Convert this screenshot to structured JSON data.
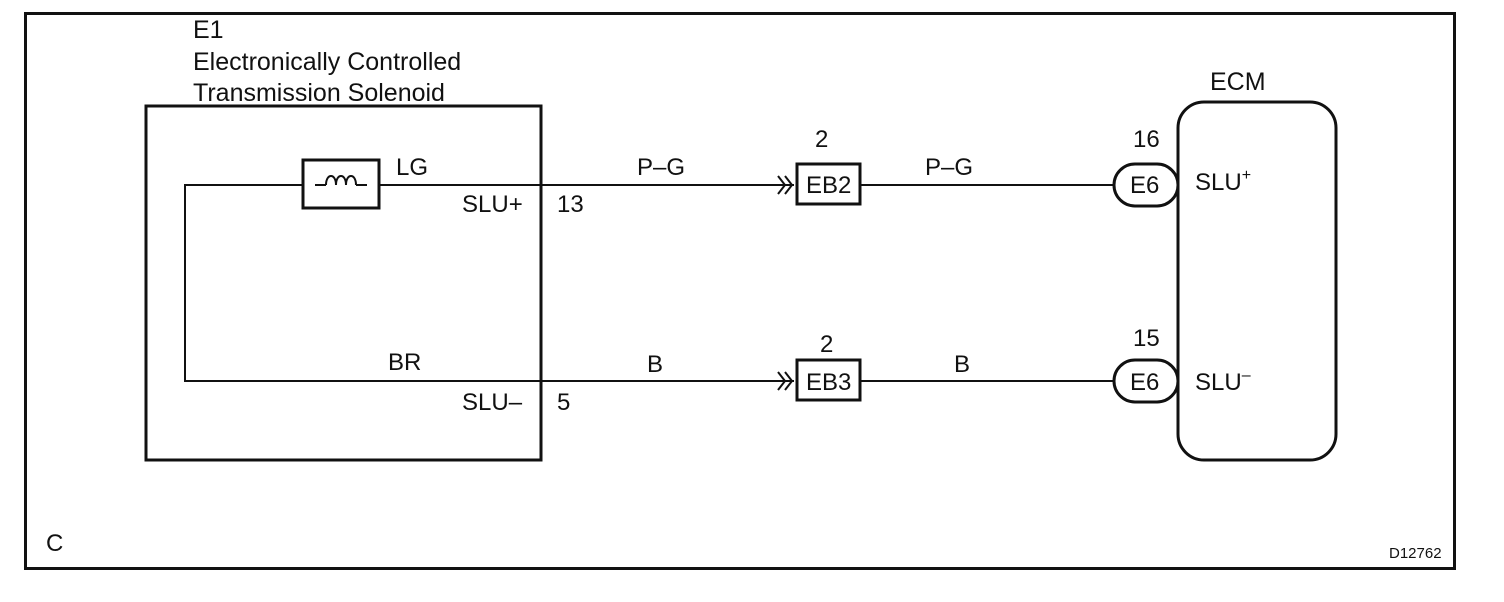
{
  "diagram_id": "D12762",
  "frame_letter": "C",
  "solenoid": {
    "code": "E1",
    "title_line1": "Electronically Controlled",
    "title_line2": "Transmission Solenoid",
    "wire_top_color": "LG",
    "wire_bottom_color": "BR",
    "terminal_top": {
      "name": "SLU+",
      "pin": "13"
    },
    "terminal_bottom": {
      "name": "SLU–",
      "pin": "5"
    }
  },
  "wires": {
    "top_left": "P–G",
    "top_right": "P–G",
    "bottom_left": "B",
    "bottom_right": "B"
  },
  "junctions": {
    "top": {
      "name": "EB2",
      "pin": "2"
    },
    "bottom": {
      "name": "EB3",
      "pin": "2"
    }
  },
  "ecm": {
    "title": "ECM",
    "connector_top": {
      "name": "E6",
      "pin": "16",
      "terminal": "SLU",
      "sign": "+"
    },
    "connector_bottom": {
      "name": "E6",
      "pin": "15",
      "terminal": "SLU",
      "sign": "–"
    }
  }
}
